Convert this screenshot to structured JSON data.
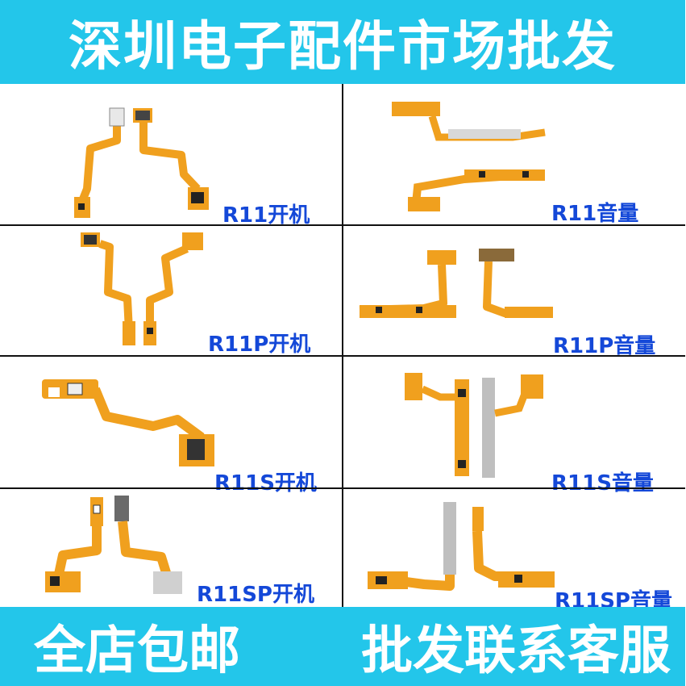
{
  "header": {
    "title": "深圳电子配件市场批发"
  },
  "products": [
    {
      "label": "R11开机"
    },
    {
      "label": "R11音量"
    },
    {
      "label": "R11P开机"
    },
    {
      "label": "R11P音量"
    },
    {
      "label": "R11S开机"
    },
    {
      "label": "R11S音量"
    },
    {
      "label": "R11SP开机"
    },
    {
      "label": "R11SP音量"
    }
  ],
  "footer": {
    "left_text": "全店包邮",
    "right_text": "批发联系客服"
  },
  "colors": {
    "banner": "#23c6ea",
    "banner_text": "#ffffff",
    "label_text": "#1448d8",
    "flex_cable": "#f0a01e",
    "divider": "#111111"
  }
}
